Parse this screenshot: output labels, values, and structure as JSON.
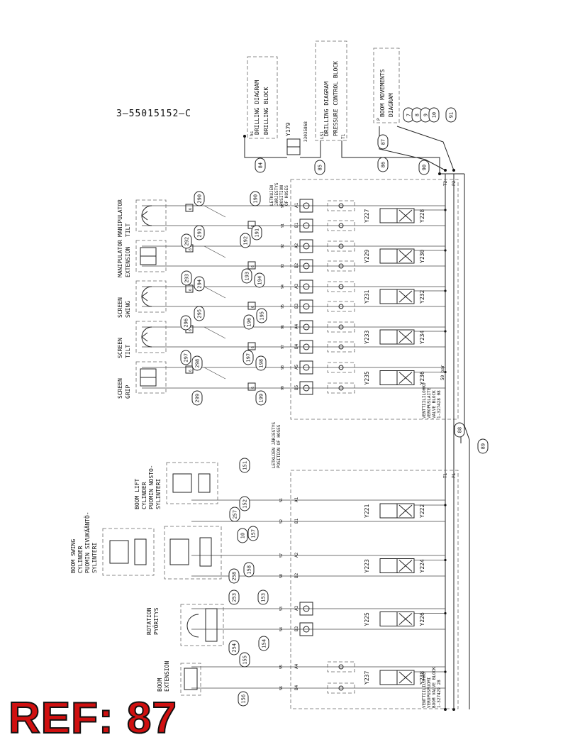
{
  "document_number": "3–55015152–C",
  "ref_label": "REF: 87",
  "boxes": {
    "drilling_block": [
      "DRILLING DIAGRAM",
      "DRILLING BLOCK"
    ],
    "pressure_control": [
      "DRILLING DIAGRAM",
      "PRESSURE CONTROL BLOCK"
    ],
    "boom_movements": [
      "BOOM MOVEMENTS",
      "DIAGRAM"
    ]
  },
  "actuators_top": [
    {
      "lines": [
        "MANIPULATOR",
        "TILT"
      ]
    },
    {
      "lines": [
        "MANIPULATOR",
        "EXTENSION"
      ]
    },
    {
      "lines": [
        "SCREEN",
        "SWING"
      ]
    },
    {
      "lines": [
        "SCREEN",
        "TILT"
      ]
    },
    {
      "lines": [
        "SCREEN",
        "GRIP"
      ]
    }
  ],
  "actuators_bottom": [
    {
      "lines": [
        "BOOM LIFT",
        "CYLINDER",
        "PUOMIN NOSTO-",
        "SYLINTERI"
      ]
    },
    {
      "lines": [
        "BOOM SWING",
        "CYLINDER",
        "PUOMIN SIVUKÄÄNTÖ-",
        "SYLINTERI"
      ]
    },
    {
      "lines": [
        "ROTATION",
        "PYÖRITYS"
      ]
    },
    {
      "lines": [
        "BOOM",
        "EXTENSION"
      ]
    }
  ],
  "top_block_caption": [
    "LETKUJEN",
    "JÄRJESTYS",
    "POSITION",
    "OF HOSES"
  ],
  "bottom_block_caption": [
    "LETKUJEN JÄRJESTYS",
    "POSITION OF HOSES"
  ],
  "top_valve_block_label": [
    "VENTTIILILOHKO",
    "VEROPUSLAITE",
    "VALVE BLOCK",
    "1-327428 08"
  ],
  "bottom_valve_block_label": [
    "VENTTIILILOHKO",
    "VEROPUSPUOMI",
    "BOOM VALVE BLOCK",
    "1-327429 28"
  ],
  "pressure_note": "50 bar",
  "valve_code": "33035868",
  "valve_tag": "Y179",
  "ports_top": [
    "A1",
    "B1",
    "A2",
    "B2",
    "A3",
    "B3",
    "A4",
    "B4",
    "A5",
    "B5"
  ],
  "ports_top_numbers": [
    "90",
    "91",
    "92",
    "93",
    "94",
    "95",
    "96",
    "97",
    "98",
    "99"
  ],
  "ports_bottom": [
    "A1",
    "B1",
    "A2",
    "B2",
    "A3",
    "B3",
    "A4",
    "B4"
  ],
  "ports_bottom_numbers": [
    "51",
    "52",
    "57",
    "58",
    "53",
    "54",
    "55",
    "56"
  ],
  "solenoids_top": [
    [
      "Y227",
      "Y228"
    ],
    [
      "Y229",
      "Y230"
    ],
    [
      "Y231",
      "Y232"
    ],
    [
      "Y233",
      "Y234"
    ],
    [
      "Y235",
      "Y236"
    ]
  ],
  "solenoids_bottom": [
    [
      "Y221",
      "Y222"
    ],
    [
      "Y223",
      "Y224"
    ],
    [
      "Y225",
      "Y226"
    ],
    [
      "Y237",
      "Y238"
    ]
  ],
  "port_letters": {
    "t2": "T2",
    "p2": "P2",
    "t1": "T1",
    "p1": "P1",
    "ls1": "LS1",
    "p": "P",
    "hs": "hs",
    "t1b": "T1"
  },
  "bubbles": [
    "84",
    "85",
    "86",
    "87",
    "7",
    "8",
    "9",
    "10",
    "90",
    "91",
    "88",
    "89",
    "190",
    "191",
    "192",
    "193",
    "194",
    "195",
    "196",
    "197",
    "198",
    "199",
    "290",
    "291",
    "292",
    "293",
    "294",
    "295",
    "296",
    "297",
    "298",
    "299",
    "151",
    "152",
    "257",
    "10",
    "157",
    "158",
    "258",
    "253",
    "153",
    "254",
    "154",
    "155",
    "156"
  ],
  "count_marks": "6"
}
